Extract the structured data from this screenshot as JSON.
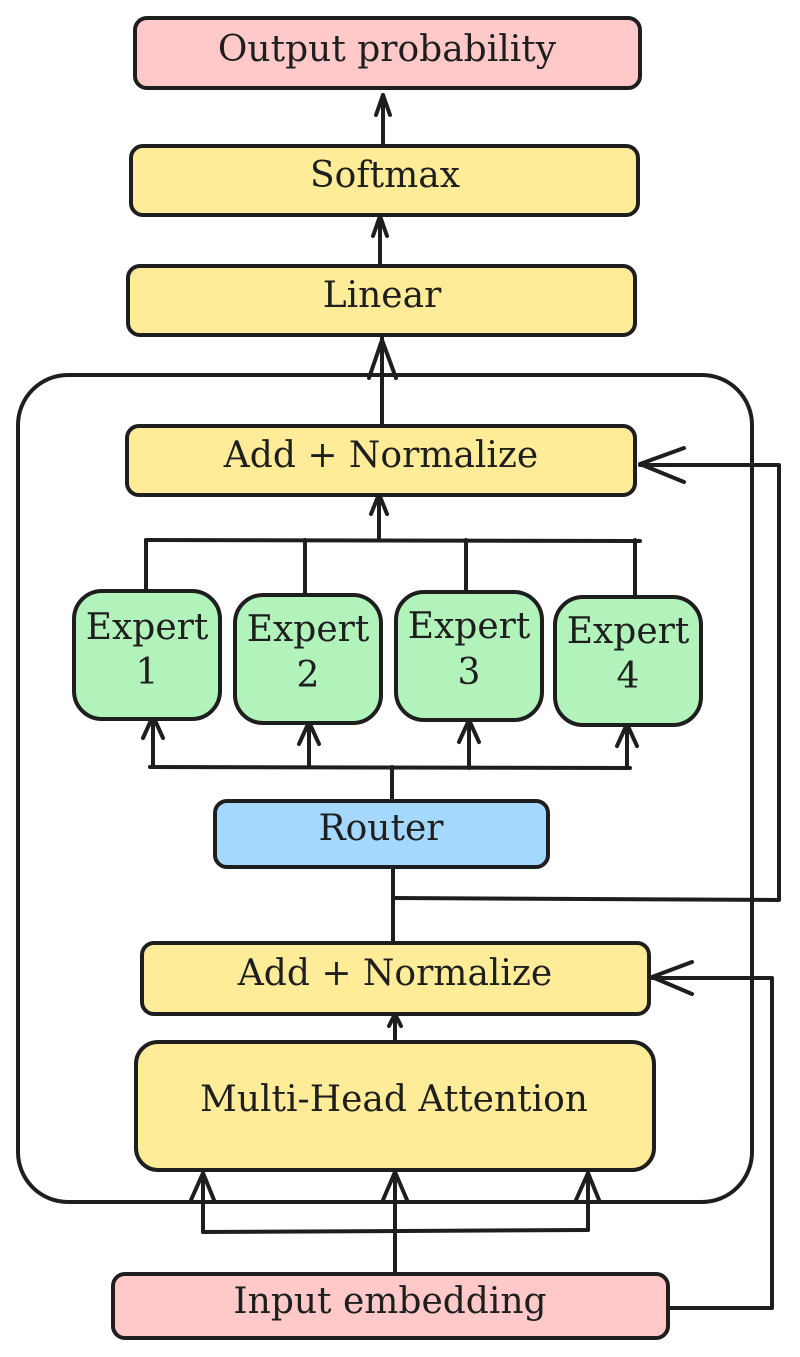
{
  "colors": {
    "pink": "#ffc9c9",
    "yellow": "#ffec99",
    "green": "#b2f2bb",
    "blue": "#a5d8ff",
    "stroke": "#1e1e1e"
  },
  "nodes": {
    "output": {
      "label": "Output probability"
    },
    "softmax": {
      "label": "Softmax"
    },
    "linear": {
      "label": "Linear"
    },
    "add_norm_top": {
      "label": "Add + Normalize"
    },
    "expert1": {
      "line1": "Expert",
      "line2": "1"
    },
    "expert2": {
      "line1": "Expert",
      "line2": "2"
    },
    "expert3": {
      "line1": "Expert",
      "line2": "3"
    },
    "expert4": {
      "line1": "Expert",
      "line2": "4"
    },
    "router": {
      "label": "Router"
    },
    "add_norm_bottom": {
      "label": "Add + Normalize"
    },
    "mha": {
      "label": "Multi-Head Attention"
    },
    "input": {
      "label": "Input embedding"
    }
  }
}
